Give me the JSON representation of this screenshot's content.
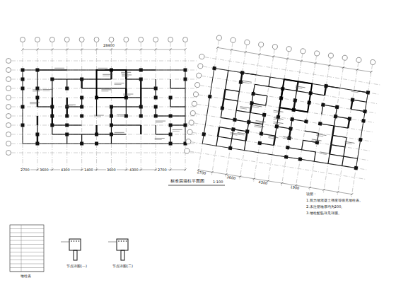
{
  "diagram": {
    "title": "标准层墙柱平面图",
    "labels": [
      "1:100",
      "28400",
      "2700",
      "3600",
      "4300",
      "1400",
      "3600",
      "4300",
      "2700",
      "2700",
      "3600",
      "4300",
      "1900",
      "说明：",
      "1.剪力墙混凝土强度等级见墙柱表。",
      "2.未注明墙厚均为200。",
      "3.墙柱配筋详见详图。",
      "节点详图(一)",
      "节点详图(二)",
      "墙柱表"
    ]
  }
}
